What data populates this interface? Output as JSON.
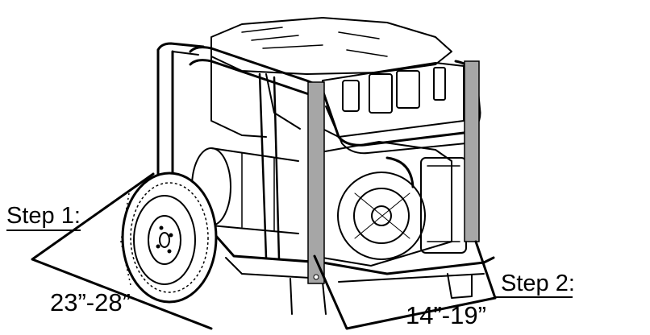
{
  "annotations": {
    "step1_label": "Step 1:",
    "step1_range": "23”-28”",
    "step2_label": "Step 2:",
    "step2_range": "14”-19”"
  },
  "colors": {
    "line": "#000000",
    "measure_bar": "#a6a6a6",
    "background": "#ffffff"
  },
  "icons": [
    "generator-illustration",
    "wheel-icon"
  ]
}
